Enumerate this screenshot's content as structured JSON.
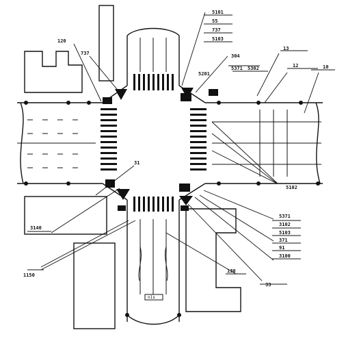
{
  "diagram": {
    "labels": {
      "top_stack_1": "5101",
      "top_stack_2": "55",
      "top_stack_3": "737",
      "top_stack_4": "5103",
      "top_right_a": "304",
      "top_right_b": "5371",
      "top_right_c": "5302",
      "top_right_d": "13",
      "top_right_e": "12",
      "far_right": "10",
      "top_left_a": "120",
      "top_left_b": "737",
      "top_left_c": "5201",
      "mid_left": "31",
      "right_mid": "5102",
      "right_low_1": "5371",
      "right_low_2": "3102",
      "right_low_3": "5103",
      "right_low_4": "371",
      "right_low_5": "91",
      "right_low_6": "3100",
      "bottom_left_a": "3140",
      "bottom_left_b": "1150",
      "bottom_mid": "130",
      "bottom_right": "33",
      "bottom_street": "n1s"
    },
    "colors": {
      "ink": "#111111",
      "paper": "#ffffff"
    }
  }
}
